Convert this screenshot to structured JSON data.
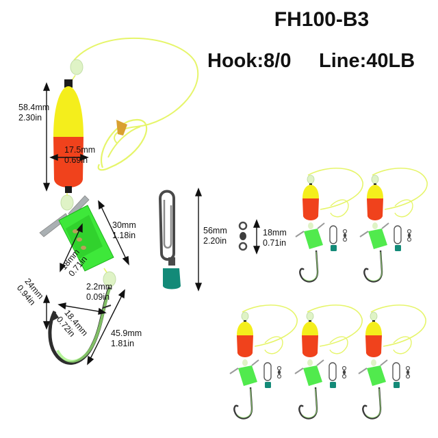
{
  "product": {
    "model": "FH100-B3",
    "hook_label": "Hook:8/0",
    "line_label": "Line:40LB"
  },
  "dimensions": {
    "float_length": {
      "mm": "58.4mm",
      "in": "2.30in"
    },
    "float_diameter": {
      "mm": "17.5mm",
      "in": "0.69in"
    },
    "spinner_length": {
      "mm": "30mm",
      "in": "1.18in"
    },
    "spinner_width": {
      "mm": "18mm",
      "in": "0.71in"
    },
    "bead_diameter": {
      "mm": "2.2mm",
      "in": "0.09in"
    },
    "hook_gap": {
      "mm": "24mm",
      "in": "0.94in"
    },
    "hook_width": {
      "mm": "18.4mm",
      "in": "0.72in"
    },
    "hook_length": {
      "mm": "45.9mm",
      "in": "1.81in"
    },
    "snap_length": {
      "mm": "56mm",
      "in": "2.20in"
    },
    "swivel_length": {
      "mm": "18mm",
      "in": "0.71in"
    }
  },
  "colors": {
    "float_yellow": "#f4ee1c",
    "float_red": "#f0421c",
    "spinner_green": "#3ee83a",
    "line_yellow": "#e6f56a",
    "glow_bead": "#dff3c6",
    "hook_metal": "#3a3a3a",
    "snap_tab": "#138a78"
  },
  "thumbnails_count": 5
}
